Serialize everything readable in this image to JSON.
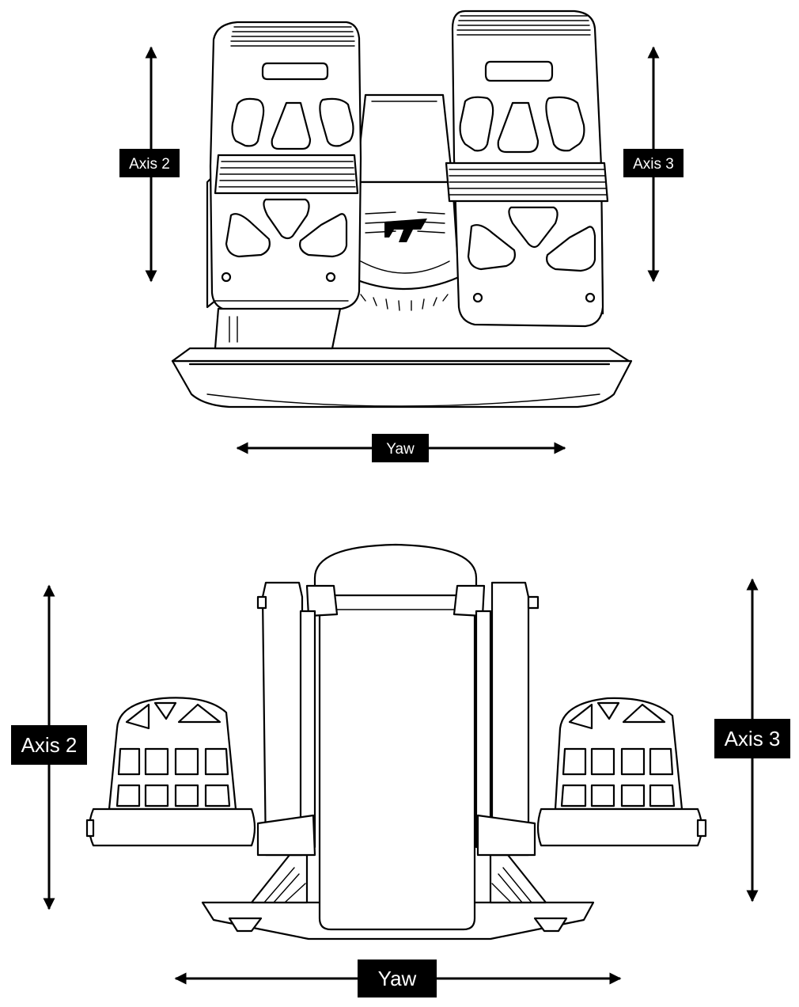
{
  "diagram": {
    "top_view": {
      "labels": {
        "left_axis": "Axis 2",
        "right_axis": "Axis 3",
        "horizontal": "Yaw"
      },
      "logo_icon": "thrustmaster-logo-icon"
    },
    "bottom_view": {
      "labels": {
        "left_axis": "Axis 2",
        "right_axis": "Axis 3",
        "horizontal": "Yaw"
      }
    }
  }
}
